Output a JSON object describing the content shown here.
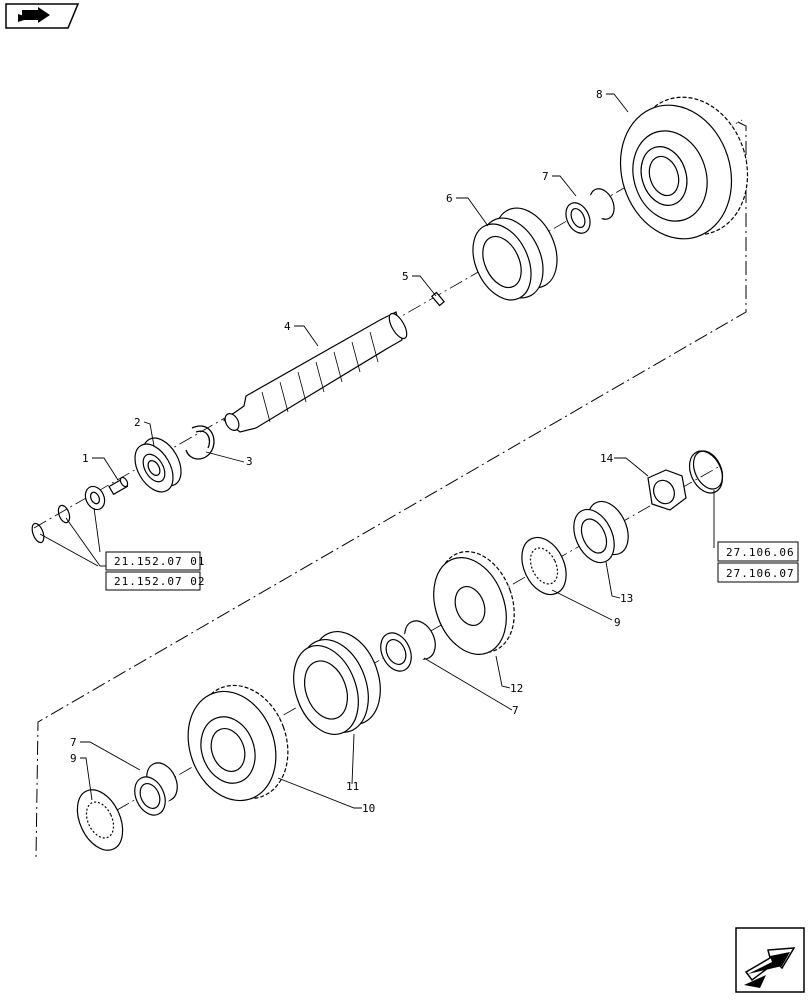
{
  "nav": {
    "top_left_icon": "book-arrow-icon",
    "bottom_right_icon": "next-page-arrow-icon"
  },
  "callouts": {
    "c1": "1",
    "c2": "2",
    "c3": "3",
    "c4": "4",
    "c5": "5",
    "c6": "6",
    "c7_top": "7",
    "c8": "8",
    "c14": "14",
    "c13": "13",
    "c9_right": "9",
    "c12": "12",
    "c7_mid": "7",
    "c11": "11",
    "c10": "10",
    "c7_left": "7",
    "c9_left": "9"
  },
  "references": {
    "ref_a": "21.152.07 01",
    "ref_b": "21.152.07 02",
    "ref_c": "27.106.06",
    "ref_d": "27.106.07"
  }
}
